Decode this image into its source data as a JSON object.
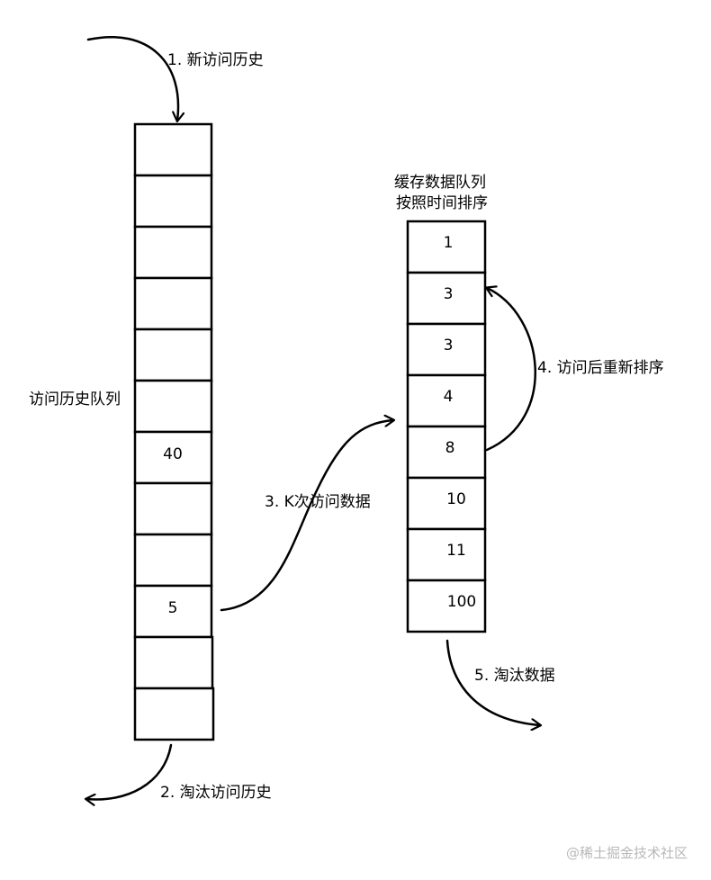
{
  "labels": {
    "step1": "1. 新访问历史",
    "step2": "2. 淘汰访问历史",
    "step3": "3. K次访问数据",
    "step4": "4. 访问后重新排序",
    "step5": "5. 淘汰数据",
    "history_queue": "访问历史队列",
    "cache_queue_line1": "缓存数据队列",
    "cache_queue_line2": "按照时间排序"
  },
  "history_queue": {
    "cells": [
      "",
      "",
      "",
      "",
      "",
      "",
      "40",
      "",
      "",
      "5",
      "",
      ""
    ]
  },
  "cache_queue": {
    "cells": [
      "1",
      "3",
      "3",
      "4",
      "8",
      "10",
      "11",
      "100"
    ]
  },
  "watermark": "@稀土掘金技术社区"
}
